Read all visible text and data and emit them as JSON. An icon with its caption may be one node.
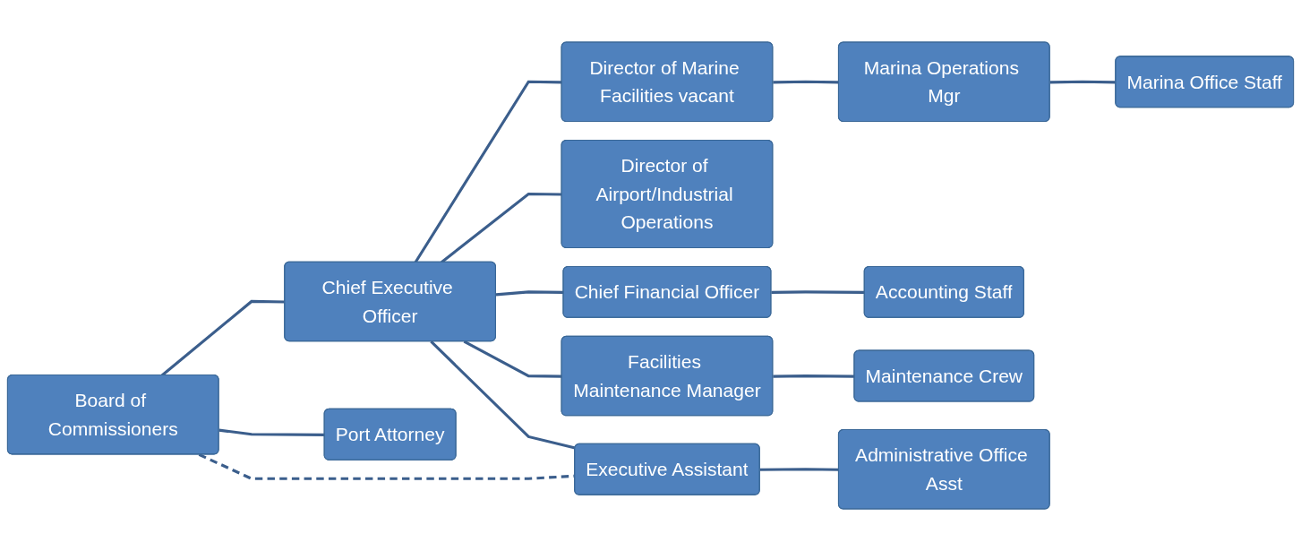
{
  "diagram": {
    "nodes": [
      {
        "text": [
          "Board of Commissioners"
        ]
      },
      {
        "text": [
          "Chief Executive Officer"
        ]
      },
      {
        "text": [
          "Port Attorney"
        ]
      },
      {
        "text": [
          "Director of Marine Facilities vacant"
        ]
      },
      {
        "text": [
          "Marina Operations Mgr"
        ]
      },
      {
        "text": [
          "Marina Office Staff"
        ]
      },
      {
        "text": [
          "Director of Airport/Industrial Operations"
        ]
      },
      {
        "text": [
          "Chief Financial Officer"
        ]
      },
      {
        "text": [
          "Accounting Staff"
        ]
      },
      {
        "text": [
          "Facilities Maintenance Manager"
        ]
      },
      {
        "text": [
          "Maintenance Crew"
        ]
      },
      {
        "text": [
          "Executive Assistant"
        ]
      },
      {
        "text": [
          "Administrative Office Asst"
        ]
      }
    ],
    "edges": [
      {
        "from": 0,
        "to": 1,
        "arrow": "none"
      },
      {
        "from": 0,
        "to": 2,
        "arrow": "none"
      },
      {
        "from": 1,
        "to": 3,
        "arrow": "none"
      },
      {
        "from": 3,
        "to": 4,
        "arrow": "none"
      },
      {
        "from": 4,
        "to": 5,
        "arrow": "none"
      },
      {
        "from": 1,
        "to": 6,
        "arrow": "none"
      },
      {
        "from": 1,
        "to": 7,
        "arrow": "none"
      },
      {
        "from": 7,
        "to": 8,
        "arrow": "none"
      },
      {
        "from": 1,
        "to": 9,
        "arrow": "none"
      },
      {
        "from": 9,
        "to": 10,
        "arrow": "none"
      },
      {
        "from": 1,
        "to": 11,
        "arrow": "none"
      },
      {
        "from": 11,
        "to": 12,
        "arrow": "none"
      },
      {
        "from": 0,
        "to": 11,
        "arrow": "none",
        "style": "dashed"
      }
    ]
  }
}
